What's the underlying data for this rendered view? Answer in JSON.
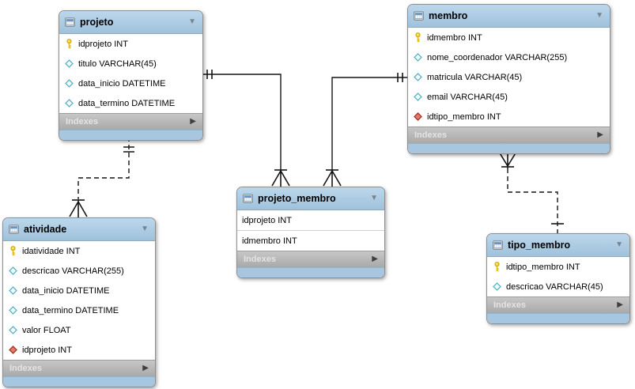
{
  "diagram": {
    "tables": [
      {
        "name": "projeto",
        "header_icon": "table-icon",
        "collapse_icon": "collapse-triangle-icon",
        "fields": [
          {
            "icon": "primary-key-icon",
            "label": "idprojeto INT"
          },
          {
            "icon": "column-icon",
            "label": "titulo VARCHAR(45)"
          },
          {
            "icon": "column-icon",
            "label": "data_inicio DATETIME"
          },
          {
            "icon": "column-icon",
            "label": "data_termino DATETIME"
          }
        ],
        "indexes_label": "Indexes",
        "expand_icon": "expand-triangle-icon"
      },
      {
        "name": "membro",
        "header_icon": "table-icon",
        "collapse_icon": "collapse-triangle-icon",
        "fields": [
          {
            "icon": "primary-key-icon",
            "label": "idmembro INT"
          },
          {
            "icon": "column-icon",
            "label": "nome_coordenador VARCHAR(255)"
          },
          {
            "icon": "column-icon",
            "label": "matricula VARCHAR(45)"
          },
          {
            "icon": "column-icon",
            "label": "email VARCHAR(45)"
          },
          {
            "icon": "fk-column-icon",
            "label": "idtipo_membro INT"
          }
        ],
        "indexes_label": "Indexes",
        "expand_icon": "expand-triangle-icon"
      },
      {
        "name": "projeto_membro",
        "header_icon": "table-icon",
        "collapse_icon": "collapse-triangle-icon",
        "fields": [
          {
            "icon": "none",
            "label": "idprojeto INT"
          },
          {
            "icon": "none",
            "label": "idmembro INT"
          }
        ],
        "indexes_label": "Indexes",
        "expand_icon": "expand-triangle-icon"
      },
      {
        "name": "atividade",
        "header_icon": "table-icon",
        "collapse_icon": "collapse-triangle-icon",
        "fields": [
          {
            "icon": "primary-key-icon",
            "label": "idatividade INT"
          },
          {
            "icon": "column-icon",
            "label": "descricao VARCHAR(255)"
          },
          {
            "icon": "column-icon",
            "label": "data_inicio DATETIME"
          },
          {
            "icon": "column-icon",
            "label": "data_termino DATETIME"
          },
          {
            "icon": "column-icon",
            "label": "valor FLOAT"
          },
          {
            "icon": "fk-column-icon",
            "label": "idprojeto INT"
          }
        ],
        "indexes_label": "Indexes",
        "expand_icon": "expand-triangle-icon"
      },
      {
        "name": "tipo_membro",
        "header_icon": "table-icon",
        "collapse_icon": "collapse-triangle-icon",
        "fields": [
          {
            "icon": "primary-key-icon",
            "label": "idtipo_membro INT"
          },
          {
            "icon": "column-icon",
            "label": "descricao VARCHAR(45)"
          }
        ],
        "indexes_label": "Indexes",
        "expand_icon": "expand-triangle-icon"
      }
    ],
    "relationships": [
      {
        "from_table": "projeto",
        "to_table": "projeto_membro",
        "line": "solid",
        "from_end": "one-mandatory",
        "to_end": "many-mandatory"
      },
      {
        "from_table": "membro",
        "to_table": "projeto_membro",
        "line": "solid",
        "from_end": "one-mandatory",
        "to_end": "many-mandatory"
      },
      {
        "from_table": "projeto",
        "to_table": "atividade",
        "line": "dashed",
        "from_end": "one-mandatory",
        "to_end": "many-mandatory"
      },
      {
        "from_table": "tipo_membro",
        "to_table": "membro",
        "line": "dashed",
        "from_end": "one",
        "to_end": "many-mandatory"
      }
    ],
    "colors": {
      "header_blue_top": "#bcd7ec",
      "header_blue_bottom": "#9fc2db",
      "footer_blue": "#a7c7e0",
      "indexes_gray": "#b5b5b5",
      "primary_key_yellow": "#f3d22f",
      "column_diamond_teal": "#5ab4c6",
      "fk_diamond_red": "#e37a6c",
      "connector_black": "#141414"
    }
  }
}
